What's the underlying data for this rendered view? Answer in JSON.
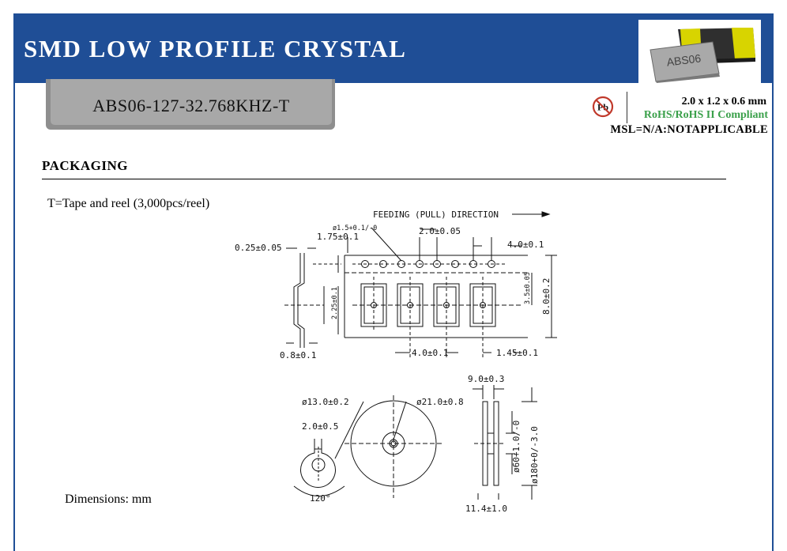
{
  "header": {
    "title": "SMD LOW PROFILE CRYSTAL",
    "chip_marking": "ABS06"
  },
  "part": {
    "number": "ABS06-127-32.768KHZ-T"
  },
  "compliance": {
    "pb_symbol": "Pb",
    "size": "2.0 x 1.2 x 0.6 mm",
    "rohs": "RoHS/RoHS II Compliant",
    "msl": "MSL=N/A:NOTAPPLICABLE"
  },
  "packaging": {
    "heading": "PACKAGING",
    "tape_note": "T=Tape and reel (3,000pcs/reel)",
    "dimensions_note": "Dimensions: mm"
  },
  "tape_drawing": {
    "feeding_direction": "FEEDING (PULL) DIRECTION",
    "hole_dia": "ø1.5+0.1/-0",
    "edge_to_hole": "1.75±0.1",
    "thickness": "0.25±0.05",
    "hole_pitch": "2.0±0.05",
    "sprocket_pitch": "4.0±0.1",
    "cavity_depth": "2.25±0.1",
    "cavity_to_edge": "3.5±0.05",
    "tape_width": "8.0±0.2",
    "pocket_pitch": "4.0±0.1",
    "pocket_width": "1.45±0.1",
    "tape_base": "0.8±0.1"
  },
  "reel_drawing": {
    "hub_dia": "ø13.0±0.2",
    "outer_hub_dia": "ø21.0±0.8",
    "slot_width": "2.0±0.5",
    "angle": "120°",
    "flange_thickness": "9.0±0.3",
    "inner_dia": "ø60+1.0/-0",
    "reel_dia": "ø180+0/-3.0",
    "reel_width": "11.4±1.0"
  },
  "colors": {
    "banner": "#1f4e96",
    "tab_gray": "#a8a8a8",
    "rohs_green": "#3aa04a",
    "pb_red": "#c0392b"
  }
}
